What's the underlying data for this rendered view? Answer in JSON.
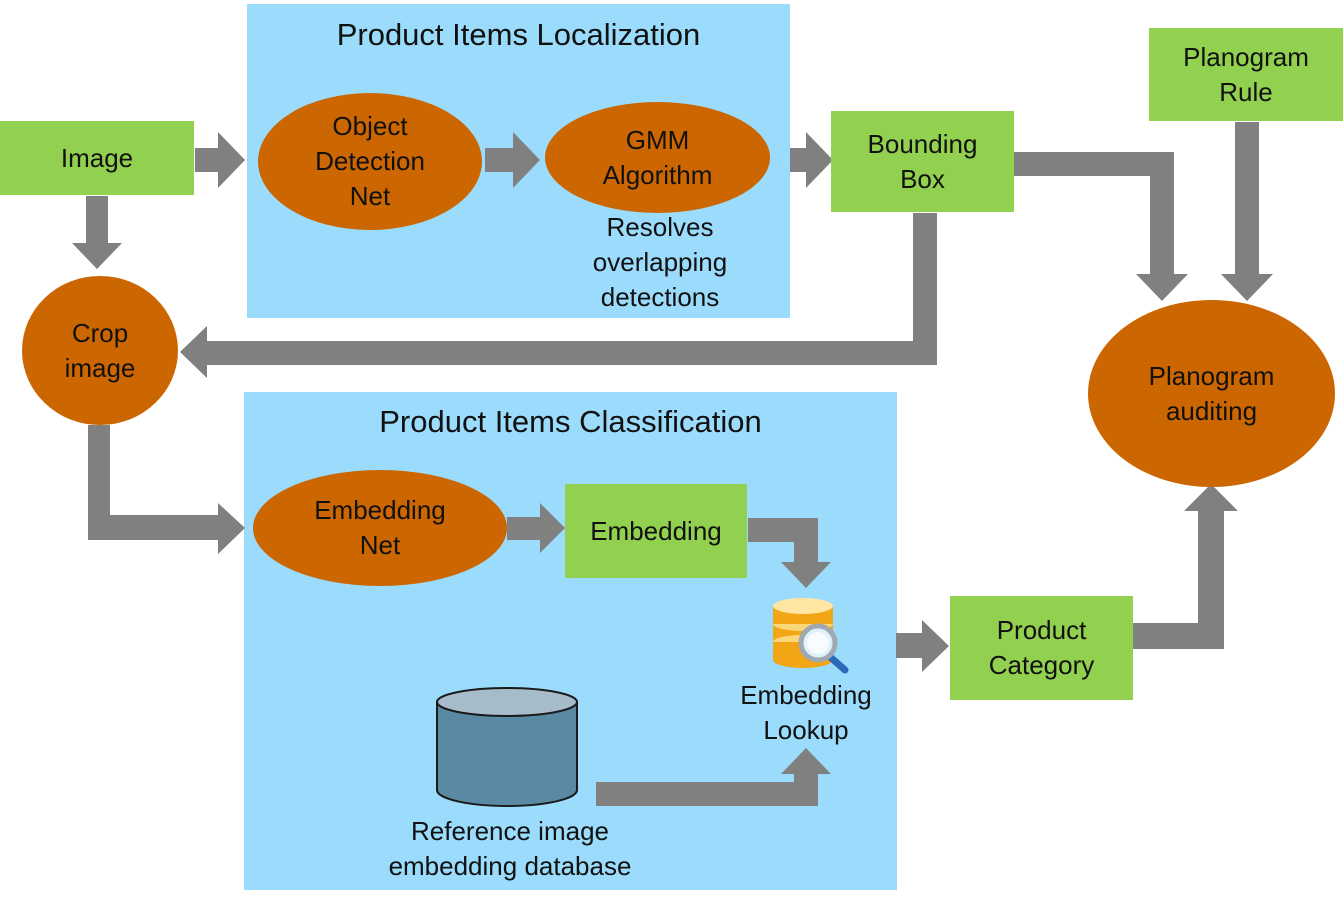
{
  "panels": {
    "localization_title": "Product Items Localization",
    "classification_title": "Product Items Classification"
  },
  "nodes": {
    "image": "Image",
    "object_detection_net": "Object\nDetection\nNet",
    "gmm_algorithm": "GMM\nAlgorithm",
    "gmm_note": "Resolves\noverlapping\ndetections",
    "bounding_box": "Bounding\nBox",
    "planogram_rule": "Planogram\nRule",
    "crop_image": "Crop\nimage",
    "planogram_auditing": "Planogram\nauditing",
    "embedding_net": "Embedding\nNet",
    "embedding": "Embedding",
    "embedding_lookup": "Embedding\nLookup",
    "reference_db": "Reference image\nembedding database",
    "product_category": "Product\nCategory"
  },
  "icons": {
    "lookup": "database-search-icon",
    "reference_db": "database-cylinder-icon"
  },
  "colors": {
    "panel": "#9bdcfd",
    "box": "#92d050",
    "ellipse": "#cc6600",
    "arrow": "#808080",
    "db_body": "#5a8aa3",
    "db_top": "#a7bcca"
  }
}
